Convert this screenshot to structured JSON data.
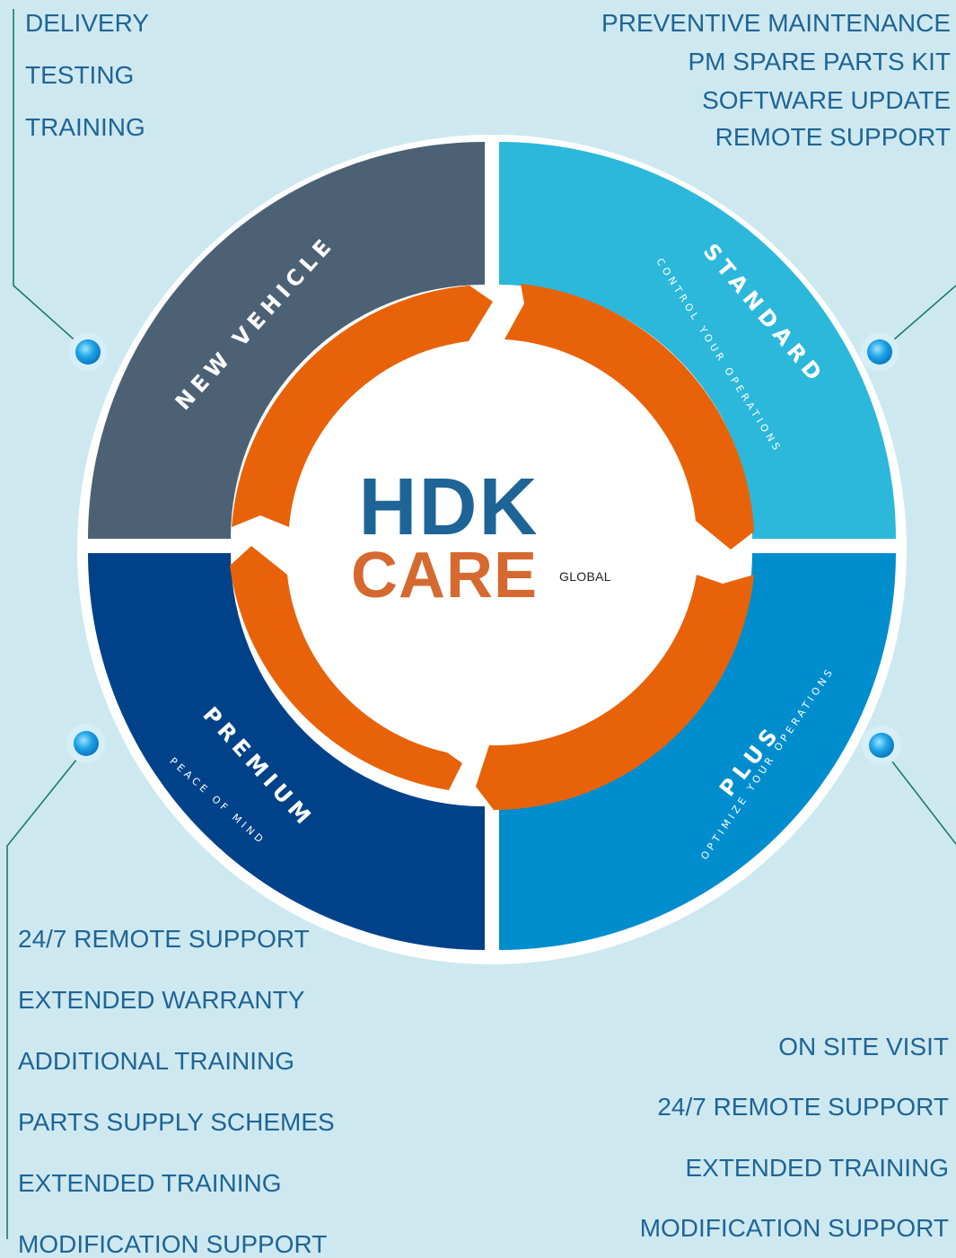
{
  "center": {
    "title": "HDK",
    "subtitle": "CARE",
    "tag": "GLOBAL"
  },
  "segments": {
    "new_vehicle": {
      "label": "NEW VEHICLE",
      "color": "#4d6175"
    },
    "standard": {
      "label": "STANDARD",
      "tagline": "CONTROL YOUR OPERATIONS",
      "color": "#2bb8da"
    },
    "plus": {
      "label": "PLUS",
      "tagline": "OPTIMIZE YOUR OPERATIONS",
      "color": "#008dce"
    },
    "premium": {
      "label": "PREMIUM",
      "tagline": "PEACE OF MIND",
      "color": "#00428a"
    }
  },
  "lists": {
    "new_vehicle": [
      "DELIVERY",
      "TESTING",
      "TRAINING"
    ],
    "standard": [
      "PREVENTIVE MAINTENANCE",
      "PM SPARE PARTS KIT",
      "SOFTWARE UPDATE",
      "REMOTE SUPPORT"
    ],
    "premium": [
      "24/7 REMOTE SUPPORT",
      "EXTENDED WARRANTY",
      "ADDITIONAL TRAINING",
      "PARTS SUPPLY SCHEMES",
      "EXTENDED TRAINING",
      "MODIFICATION SUPPORT"
    ],
    "plus": [
      "ON SITE VISIT",
      "24/7 REMOTE SUPPORT",
      "EXTENDED TRAINING",
      "MODIFICATION SUPPORT"
    ]
  },
  "colors": {
    "background": "#cde9ef",
    "text": "#1f6496",
    "accent_orange": "#e8620a",
    "care_orange": "#d5692f",
    "connector": "#1b7a6a",
    "marker": "#1ea4e6"
  }
}
